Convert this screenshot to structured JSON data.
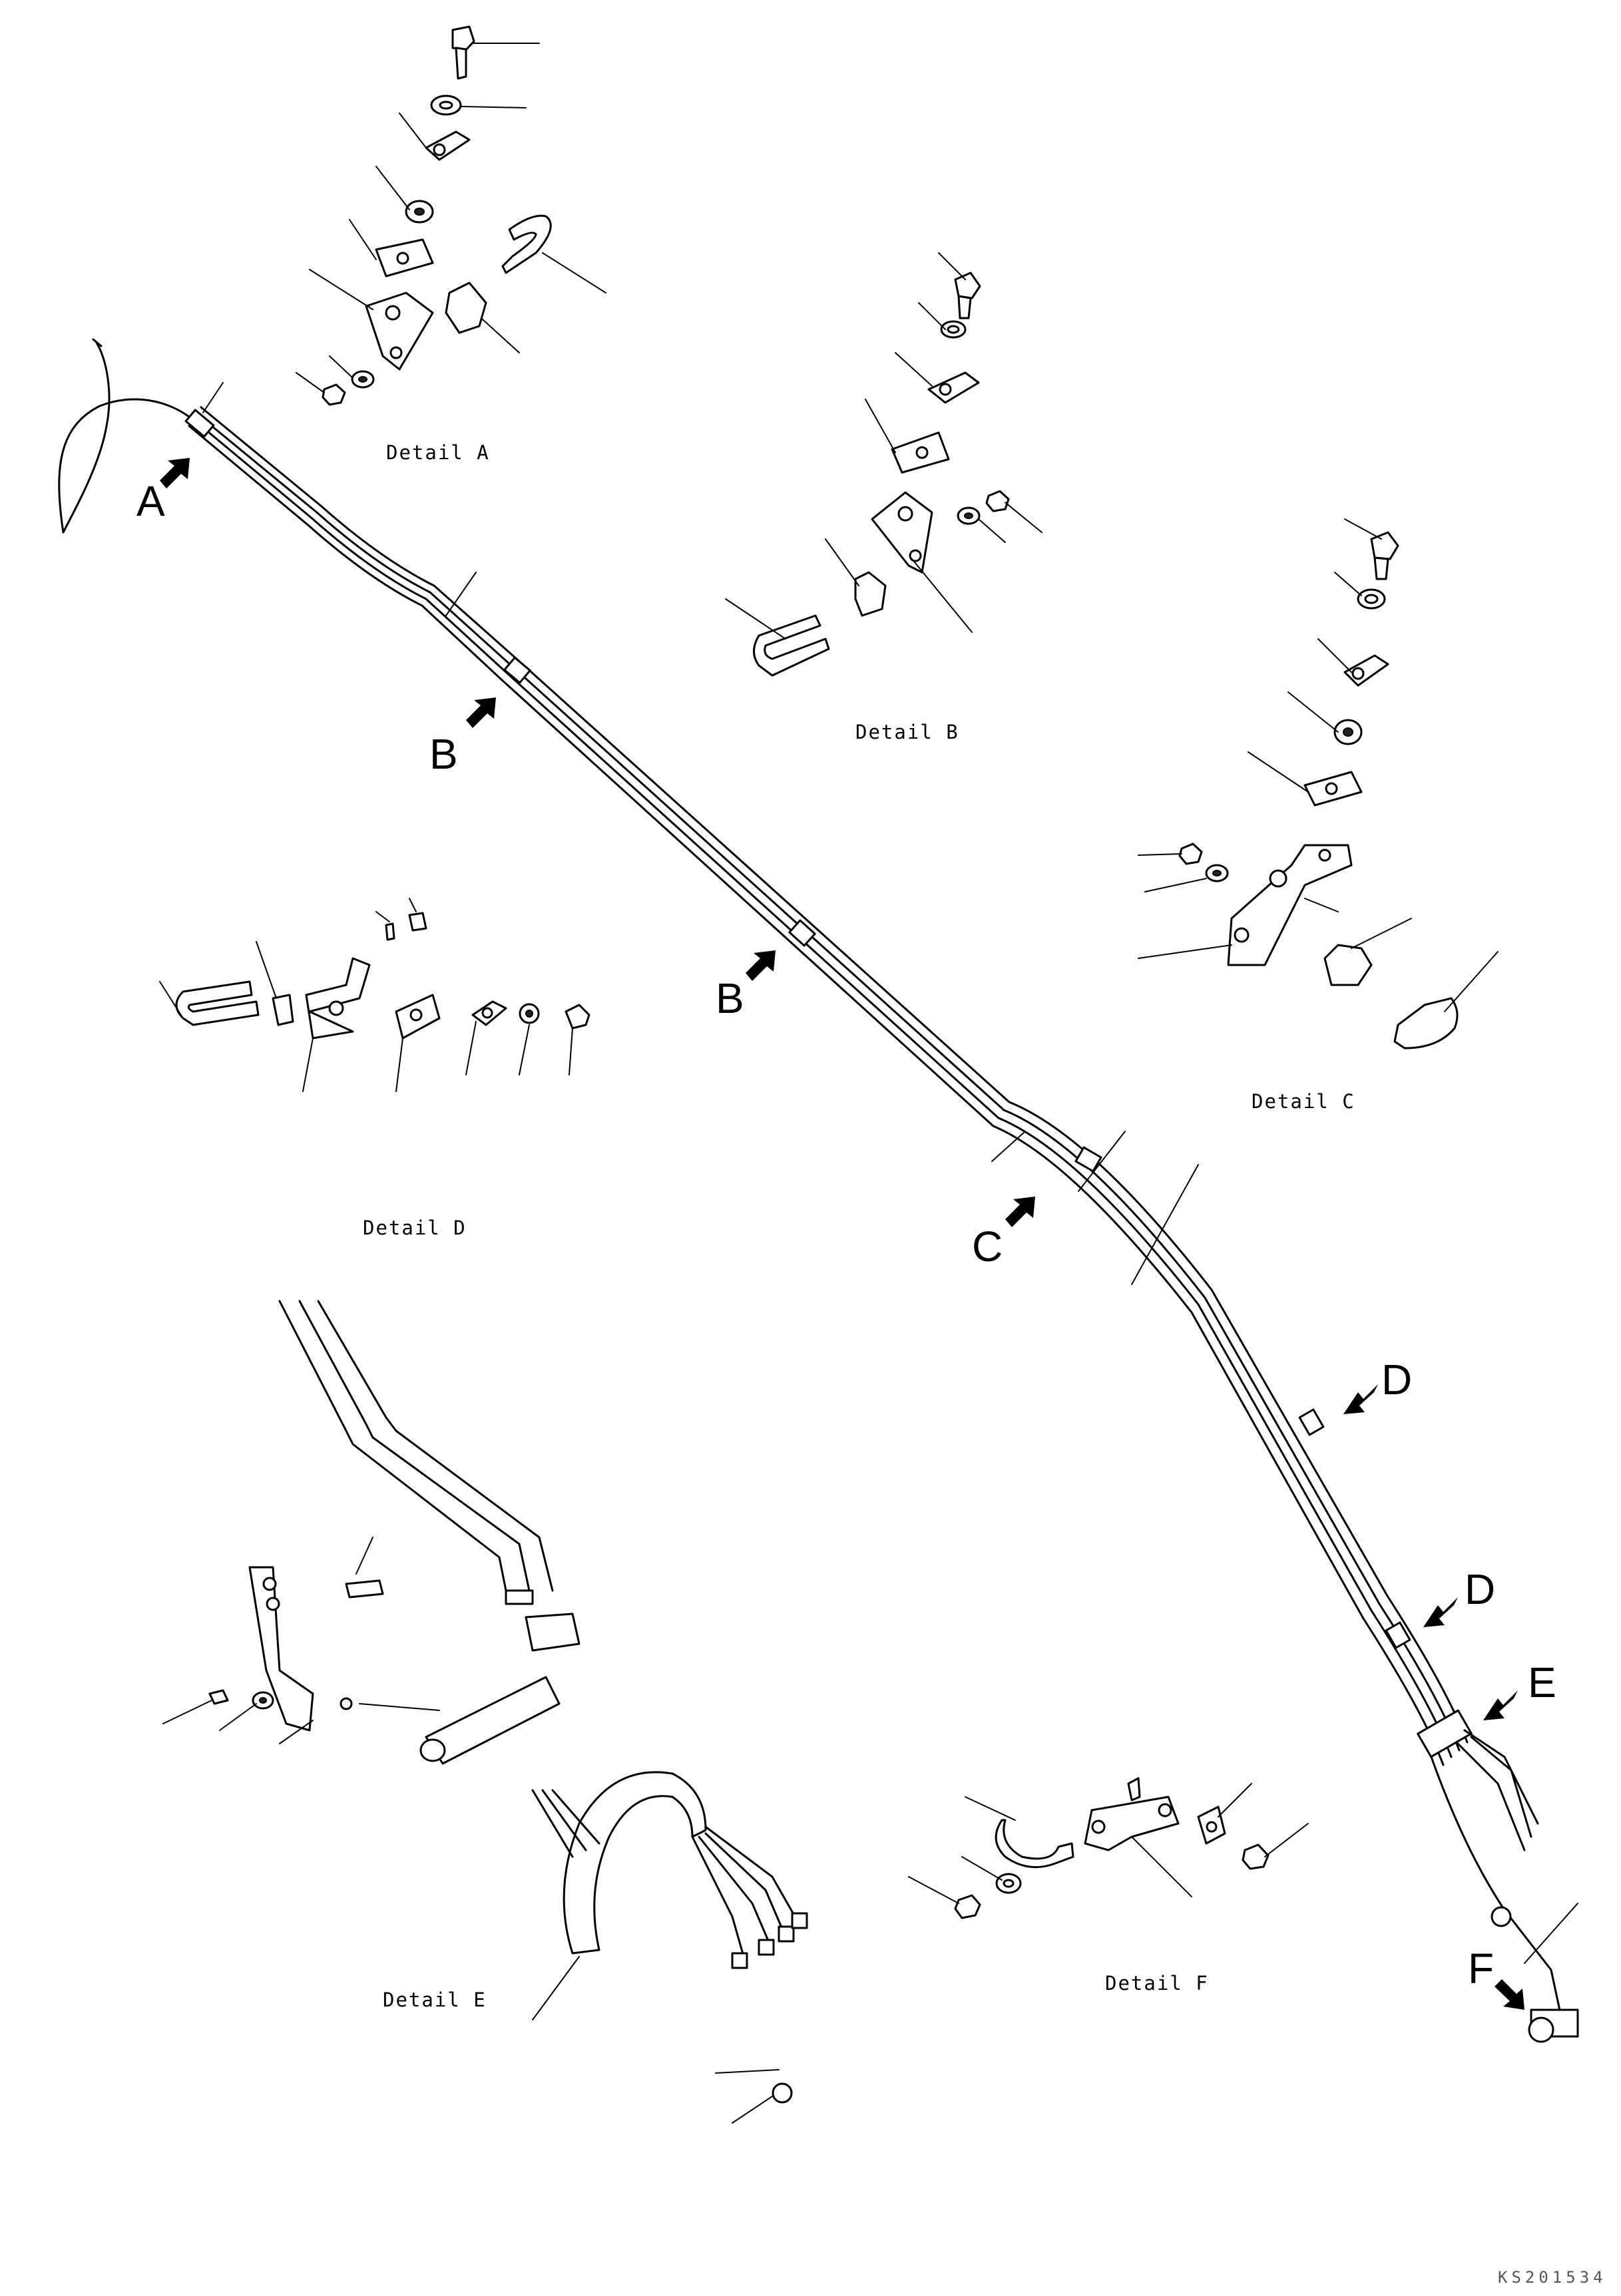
{
  "callouts": {
    "a": "A",
    "b1": "B",
    "b2": "B",
    "c": "C",
    "d1": "D",
    "d2": "D",
    "e": "E",
    "f": "F"
  },
  "details": {
    "a": "Detail A",
    "b": "Detail B",
    "c": "Detail C",
    "d": "Detail D",
    "e": "Detail E",
    "f": "Detail F"
  },
  "drawing_code": "KS201534"
}
